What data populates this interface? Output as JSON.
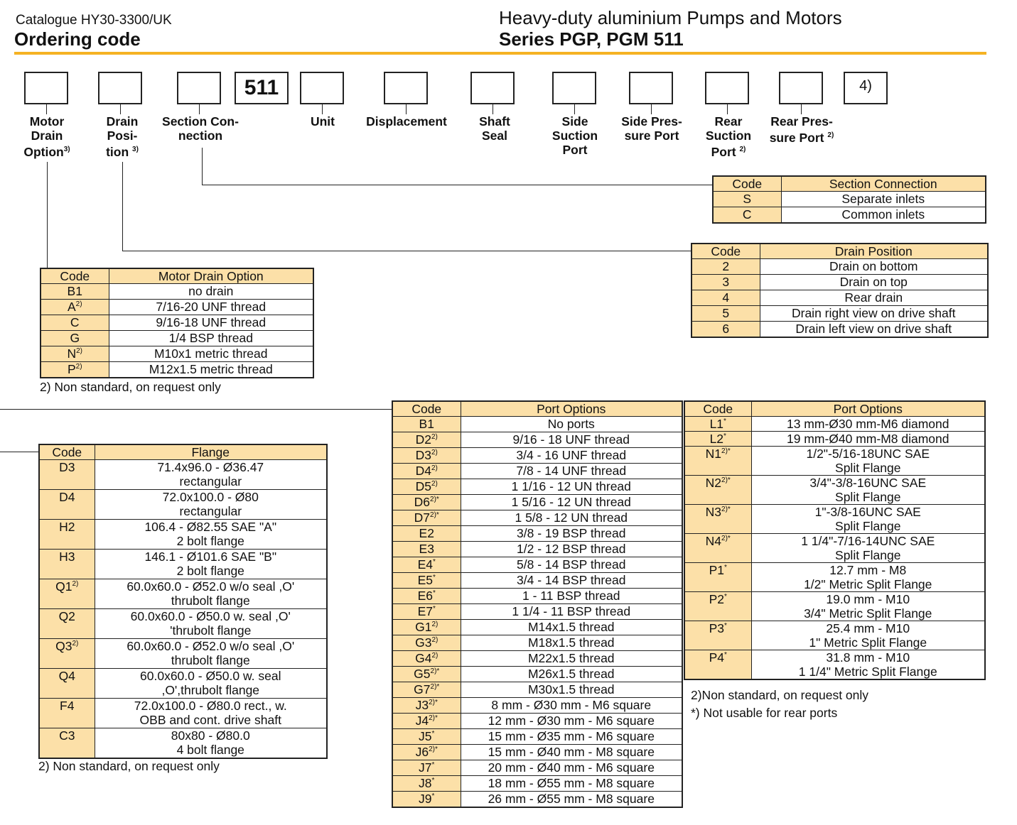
{
  "header": {
    "catalogue": "Catalogue HY30-3300/UK",
    "title": "Ordering code",
    "product_line": "Heavy-duty aluminium Pumps and Motors",
    "series": "Series PGP, PGM 511"
  },
  "code_fields": {
    "fixed_code": "511",
    "note_box": "4)",
    "labels": {
      "motor_drain": [
        "Motor",
        "Drain",
        "Option"
      ],
      "motor_drain_sup": "3)",
      "drain_position": [
        "Drain",
        "Posi-",
        "tion"
      ],
      "drain_position_sup": "3)",
      "section_connection": [
        "Section Con-",
        "nection"
      ],
      "unit": "Unit",
      "displacement": "Displacement",
      "shaft_seal": [
        "Shaft",
        "Seal"
      ],
      "side_suction": [
        "Side",
        "Suction",
        "Port"
      ],
      "side_pressure": [
        "Side Pres-",
        "sure Port"
      ],
      "rear_suction": [
        "Rear",
        "Suction",
        "Port"
      ],
      "rear_suction_sup": "2)",
      "rear_pressure": [
        "Rear Pres-",
        "sure Port"
      ],
      "rear_pressure_sup": "2)"
    }
  },
  "section_connection_table": {
    "headers": [
      "Code",
      "Section Connection"
    ],
    "rows": [
      {
        "code": "S",
        "sup": "",
        "desc": "Separate inlets"
      },
      {
        "code": "C",
        "sup": "",
        "desc": "Common inlets"
      }
    ]
  },
  "drain_position_table": {
    "headers": [
      "Code",
      "Drain Position"
    ],
    "rows": [
      {
        "code": "2",
        "sup": "",
        "desc": "Drain on bottom"
      },
      {
        "code": "3",
        "sup": "",
        "desc": "Drain on top"
      },
      {
        "code": "4",
        "sup": "",
        "desc": "Rear drain"
      },
      {
        "code": "5",
        "sup": "",
        "desc": "Drain right view on drive shaft"
      },
      {
        "code": "6",
        "sup": "",
        "desc": "Drain left view on drive shaft"
      }
    ]
  },
  "motor_drain_table": {
    "headers": [
      "Code",
      "Motor Drain Option"
    ],
    "rows": [
      {
        "code": "B1",
        "sup": "",
        "desc": "no drain"
      },
      {
        "code": "A",
        "sup": "2)",
        "desc": "7/16-20 UNF thread"
      },
      {
        "code": "C",
        "sup": "",
        "desc": "9/16-18 UNF thread"
      },
      {
        "code": "G",
        "sup": "",
        "desc": "1/4 BSP thread"
      },
      {
        "code": "N",
        "sup": "2)",
        "desc": "M10x1 metric thread"
      },
      {
        "code": "P",
        "sup": "2)",
        "desc": "M12x1.5 metric thread"
      }
    ],
    "footnote": "2)  Non standard, on request only"
  },
  "flange_table": {
    "headers": [
      "Code",
      "Flange"
    ],
    "rows": [
      {
        "code": "D3",
        "sup": "",
        "desc": "71.4x96.0 - Ø36.47",
        "desc2": "rectangular"
      },
      {
        "code": "D4",
        "sup": "",
        "desc": "72.0x100.0 - Ø80",
        "desc2": "rectangular"
      },
      {
        "code": "H2",
        "sup": "",
        "desc": "106.4 - Ø82.55 SAE \"A\"",
        "desc2": "2 bolt flange"
      },
      {
        "code": "H3",
        "sup": "",
        "desc": "146.1 - Ø101.6 SAE \"B\"",
        "desc2": "2 bolt flange"
      },
      {
        "code": "Q1",
        "sup": "2)",
        "desc": "60.0x60.0 - Ø52.0 w/o seal ,O'",
        "desc2": "thrubolt flange"
      },
      {
        "code": "Q2",
        "sup": "",
        "desc": "60.0x60.0 - Ø50.0 w. seal ,O'",
        "desc2": "'thrubolt flange"
      },
      {
        "code": "Q3",
        "sup": "2)",
        "desc": "60.0x60.0 - Ø52.0 w/o seal ,O'",
        "desc2": "thrubolt flange"
      },
      {
        "code": "Q4",
        "sup": "",
        "desc": "60.0x60.0 - Ø50.0 w. seal",
        "desc2": ",O',thrubolt flange"
      },
      {
        "code": "F4",
        "sup": "",
        "desc": "72.0x100.0 - Ø80.0 rect., w.",
        "desc2": "OBB and cont. drive shaft"
      },
      {
        "code": "C3",
        "sup": "",
        "desc": "80x80 - Ø80.0",
        "desc2": "4 bolt flange"
      }
    ],
    "footnote": "2)  Non standard, on request only"
  },
  "port_table_1": {
    "headers": [
      "Code",
      "Port Options"
    ],
    "rows": [
      {
        "code": "B1",
        "sup": "",
        "desc": "No ports"
      },
      {
        "code": "D2",
        "sup": "2)",
        "desc": "9/16 - 18 UNF thread"
      },
      {
        "code": "D3",
        "sup": "2)",
        "desc": "3/4 - 16 UNF thread"
      },
      {
        "code": "D4",
        "sup": "2)",
        "desc": "7/8 - 14 UNF thread"
      },
      {
        "code": "D5",
        "sup": "2)",
        "desc": "1 1/16 - 12 UN thread"
      },
      {
        "code": "D6",
        "sup": "2)*",
        "desc": "1 5/16 - 12 UN thread"
      },
      {
        "code": "D7",
        "sup": "2)*",
        "desc": "1 5/8 - 12 UN thread"
      },
      {
        "code": "E2",
        "sup": "",
        "desc": "3/8 - 19 BSP thread"
      },
      {
        "code": "E3",
        "sup": "",
        "desc": "1/2 - 12 BSP thread"
      },
      {
        "code": "E4",
        "sup": "*",
        "desc": "5/8 - 14 BSP thread"
      },
      {
        "code": "E5",
        "sup": "*",
        "desc": "3/4 - 14 BSP thread"
      },
      {
        "code": "E6",
        "sup": "*",
        "desc": "1 - 11 BSP thread"
      },
      {
        "code": "E7",
        "sup": "*",
        "desc": "1 1/4 - 11 BSP thread"
      },
      {
        "code": "G1",
        "sup": "2)",
        "desc": "M14x1.5 thread"
      },
      {
        "code": "G3",
        "sup": "2)",
        "desc": "M18x1.5 thread"
      },
      {
        "code": "G4",
        "sup": "2)",
        "desc": "M22x1.5 thread"
      },
      {
        "code": "G5",
        "sup": "2)*",
        "desc": "M26x1.5 thread"
      },
      {
        "code": "G7",
        "sup": "2)*",
        "desc": "M30x1.5 thread"
      },
      {
        "code": "J3",
        "sup": "2)*",
        "desc": "8 mm - Ø30 mm - M6 square"
      },
      {
        "code": "J4",
        "sup": "2)*",
        "desc": "12 mm - Ø30 mm - M6 square"
      },
      {
        "code": "J5",
        "sup": "*",
        "desc": "15 mm - Ø35 mm - M6 square"
      },
      {
        "code": "J6",
        "sup": "2)*",
        "desc": "15 mm - Ø40 mm - M8 square"
      },
      {
        "code": "J7",
        "sup": "*",
        "desc": "20 mm - Ø40 mm - M6 square"
      },
      {
        "code": "J8",
        "sup": "*",
        "desc": "18 mm - Ø55 mm - M8 square"
      },
      {
        "code": "J9",
        "sup": "*",
        "desc": "26 mm - Ø55 mm - M8 square"
      }
    ]
  },
  "port_table_2": {
    "headers": [
      "Code",
      "Port Options"
    ],
    "rows": [
      {
        "code": "L1",
        "sup": "*",
        "desc": "13 mm-Ø30 mm-M6 diamond",
        "desc2": ""
      },
      {
        "code": "L2",
        "sup": "*",
        "desc": "19 mm-Ø40 mm-M8 diamond",
        "desc2": ""
      },
      {
        "code": "N1",
        "sup": "2)*",
        "desc": "1/2\"-5/16-18UNC SAE",
        "desc2": "Split Flange"
      },
      {
        "code": "N2",
        "sup": "2)*",
        "desc": "3/4\"-3/8-16UNC SAE",
        "desc2": "Split Flange"
      },
      {
        "code": "N3",
        "sup": "2)*",
        "desc": "1\"-3/8-16UNC SAE",
        "desc2": "Split Flange"
      },
      {
        "code": "N4",
        "sup": "2)*",
        "desc": "1 1/4\"-7/16-14UNC SAE",
        "desc2": "Split Flange"
      },
      {
        "code": "P1",
        "sup": "*",
        "desc": "12.7 mm - M8",
        "desc2": "1/2\" Metric Split Flange"
      },
      {
        "code": "P2",
        "sup": "*",
        "desc": "19.0 mm - M10",
        "desc2": "3/4\" Metric Split Flange"
      },
      {
        "code": "P3",
        "sup": "*",
        "desc": "25.4 mm - M10",
        "desc2": "1\" Metric Split Flange"
      },
      {
        "code": "P4",
        "sup": "*",
        "desc": "31.8 mm - M10",
        "desc2": "1 1/4\" Metric Split Flange"
      }
    ],
    "footnote1": "2)Non standard, on request only",
    "footnote2": "*) Not usable for rear ports"
  }
}
